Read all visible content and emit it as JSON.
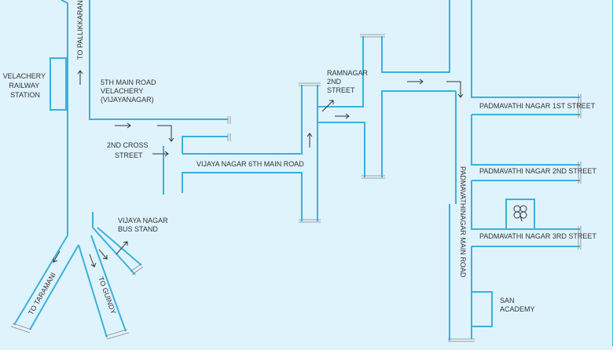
{
  "map": {
    "labels": {
      "velachery_station": [
        "VELACHERY",
        "RAILWAY",
        "STATION"
      ],
      "to_pallikkaranai": "TO PALLIKKARANAI",
      "fifth_main_road": [
        "5TH MAIN ROAD",
        "VELACHERY",
        "(VIJAYANAGAR)"
      ],
      "second_cross_street": [
        "2ND CROSS",
        "STREET"
      ],
      "vijaya_nagar_6th_main_road": "VIJAYA NAGAR 6TH MAIN ROAD",
      "ramnagar_2nd_street": [
        "RAMNAGAR",
        "2ND",
        "STREET"
      ],
      "padmavathi_1st_street": "PADMAVATHI NAGAR 1ST STREET",
      "padmavathi_2nd_street": "PADMAVATHI NAGAR 2ND STREET",
      "padmavathi_3rd_street": "PADMAVATHI NAGAR 3RD STREET",
      "padmavathinagar_main_road": "PADMAVATHINAGAR MAIN ROAD",
      "vijaya_nagar_bus_stand": [
        "VIJAYA NAGAR",
        "BUS STAND"
      ],
      "to_taramani": "TO TARAMANI",
      "to_guindy": "TO GUINDY",
      "san_academy": [
        "SAN",
        "ACADEMY"
      ]
    },
    "colors": {
      "background": "#dff3fd",
      "road": "#3bb1dc",
      "text": "#333333"
    },
    "icons": {
      "destination_marker": "four-petal-flower-icon"
    }
  }
}
